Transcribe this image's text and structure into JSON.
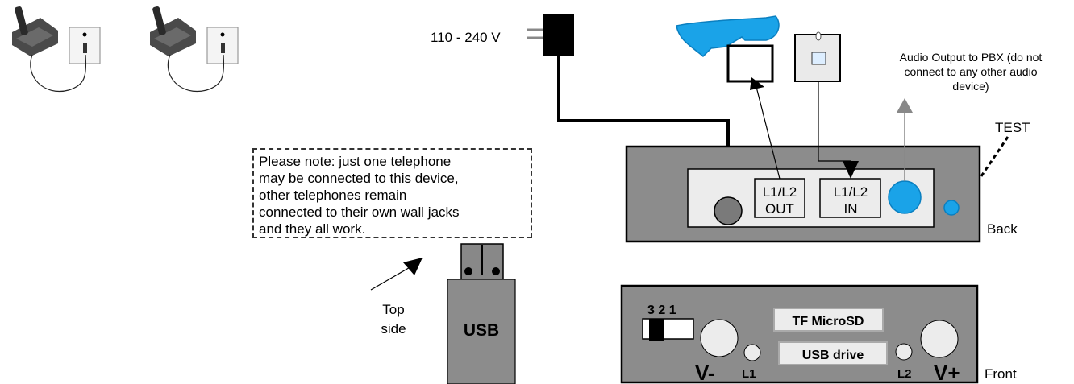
{
  "power": {
    "voltage_label": "110 - 240 V"
  },
  "audio_output": {
    "lines": [
      "Audio Output to PBX (do not",
      "connect to any other audio",
      "device)"
    ]
  },
  "test_label": "TEST",
  "back_panel": {
    "label": "Back",
    "port_out": [
      "L1/L2",
      "OUT"
    ],
    "port_in": [
      "L1/L2",
      "IN"
    ]
  },
  "front_panel": {
    "label": "Front",
    "switch_numbers": "3 2 1",
    "tf_label": "TF MicroSD",
    "usb_label": "USB drive",
    "v_minus": "V-",
    "v_plus": "V+",
    "l1": "L1",
    "l2": "L2"
  },
  "usb_stick": {
    "label": "USB",
    "top_side": [
      "Top",
      "side"
    ]
  },
  "note": {
    "lines": [
      "Please note: just one telephone",
      "may be connected to this device,",
      "other telephones remain",
      "connected to their own wall jacks",
      "and they all work."
    ]
  },
  "colors": {
    "device_gray": "#8c8c8c",
    "panel_light": "#ececec",
    "blue": "#1aa3e8",
    "cable": "#000000"
  }
}
